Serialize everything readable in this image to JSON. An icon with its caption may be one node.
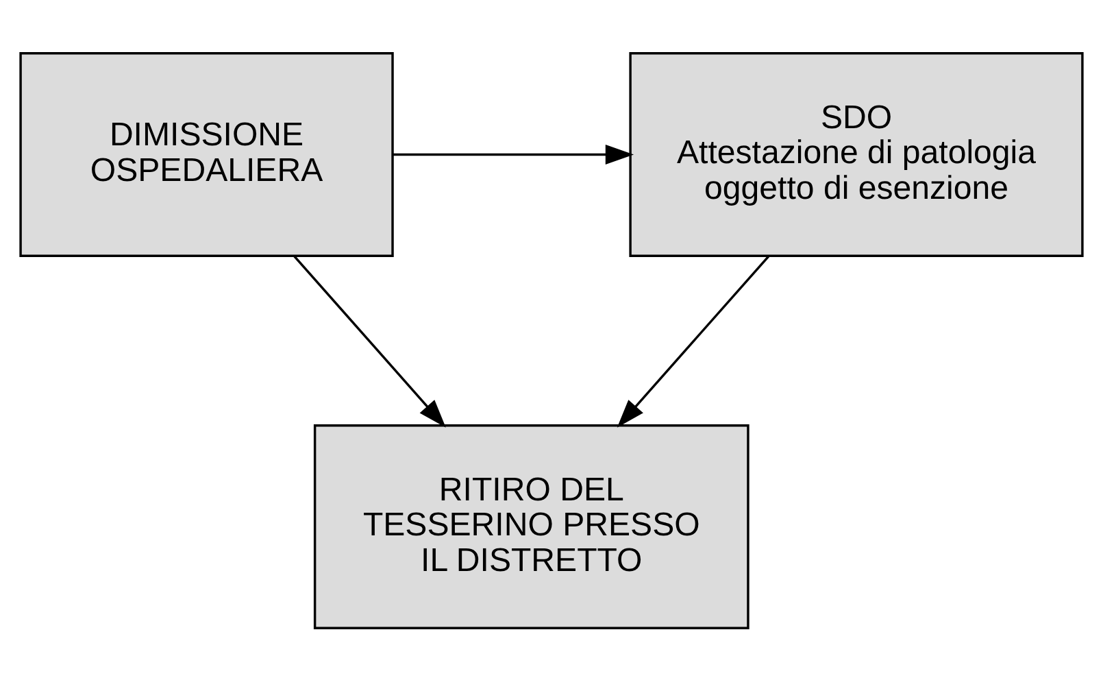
{
  "diagram": {
    "nodes": [
      {
        "text": [
          "SDO",
          "Attestazione di patologia oggetto di esenzione"
        ]
      },
      {
        "text": [
          "DIMISSIONE OSPEDALIERA"
        ]
      },
      {
        "text": [
          "RITIRO DEL TESSERINO PRESSO IL DISTRETTO"
        ]
      }
    ],
    "edges": [
      {
        "from": 1,
        "to": 0,
        "arrow": "to"
      },
      {
        "from": 1,
        "to": 2,
        "arrow": "to"
      },
      {
        "from": 0,
        "to": 2,
        "arrow": "to"
      }
    ]
  }
}
